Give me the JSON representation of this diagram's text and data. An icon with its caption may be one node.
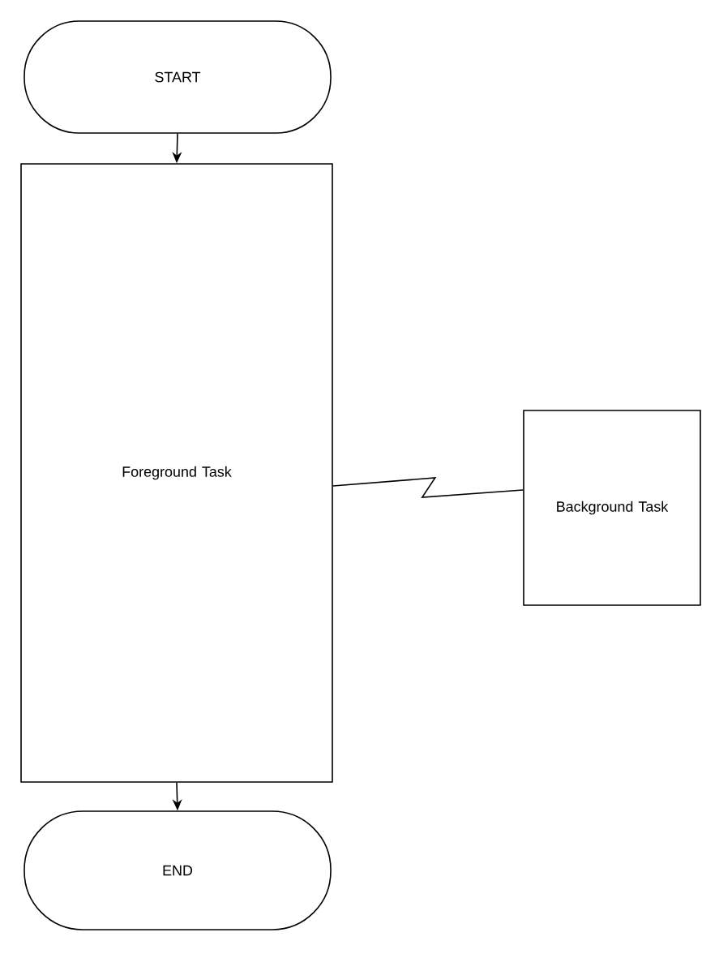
{
  "diagram": {
    "nodes": [
      {
        "text": [
          "START"
        ]
      },
      {
        "text": [
          "Foreground Task"
        ]
      },
      {
        "text": [
          "Background Task"
        ]
      },
      {
        "text": [
          "END"
        ]
      }
    ],
    "edges": [
      {
        "from": 0,
        "to": 1,
        "arrow": "to"
      },
      {
        "from": 1,
        "to": 2,
        "arrow": "none"
      },
      {
        "from": 1,
        "to": 3,
        "arrow": "to"
      }
    ]
  }
}
